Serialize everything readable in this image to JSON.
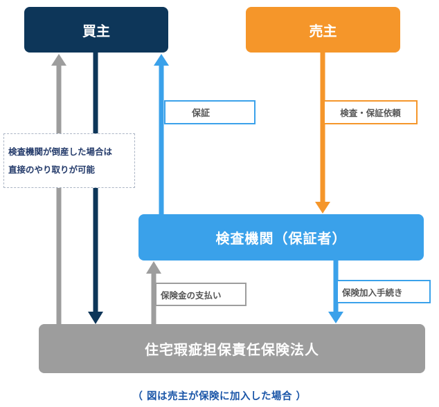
{
  "nodes": {
    "buyer": "買主",
    "seller": "売主",
    "inspection_agency": "検査機関（保証者）",
    "insurance_corporation": "住宅瑕疵担保責任保険法人"
  },
  "labels": {
    "guarantee": "保証",
    "inspection_request": "検査・保証依頼",
    "direct_exchange_line1": "検査機関が倒産した場合は",
    "direct_exchange_line2": "直接のやり取りが可能",
    "insurance_payment": "保険金の支払い",
    "insurance_application": "保険加入手続き"
  },
  "caption": "（ 図は売主が保険に加入した場合 ）",
  "colors": {
    "buyer": "#0d3659",
    "seller": "#f5962a",
    "inspection_agency": "#3aa1ea",
    "insurance_corporation": "#9d9d9d",
    "note_text": "#233a6a",
    "caption_text": "#1b56a8"
  }
}
